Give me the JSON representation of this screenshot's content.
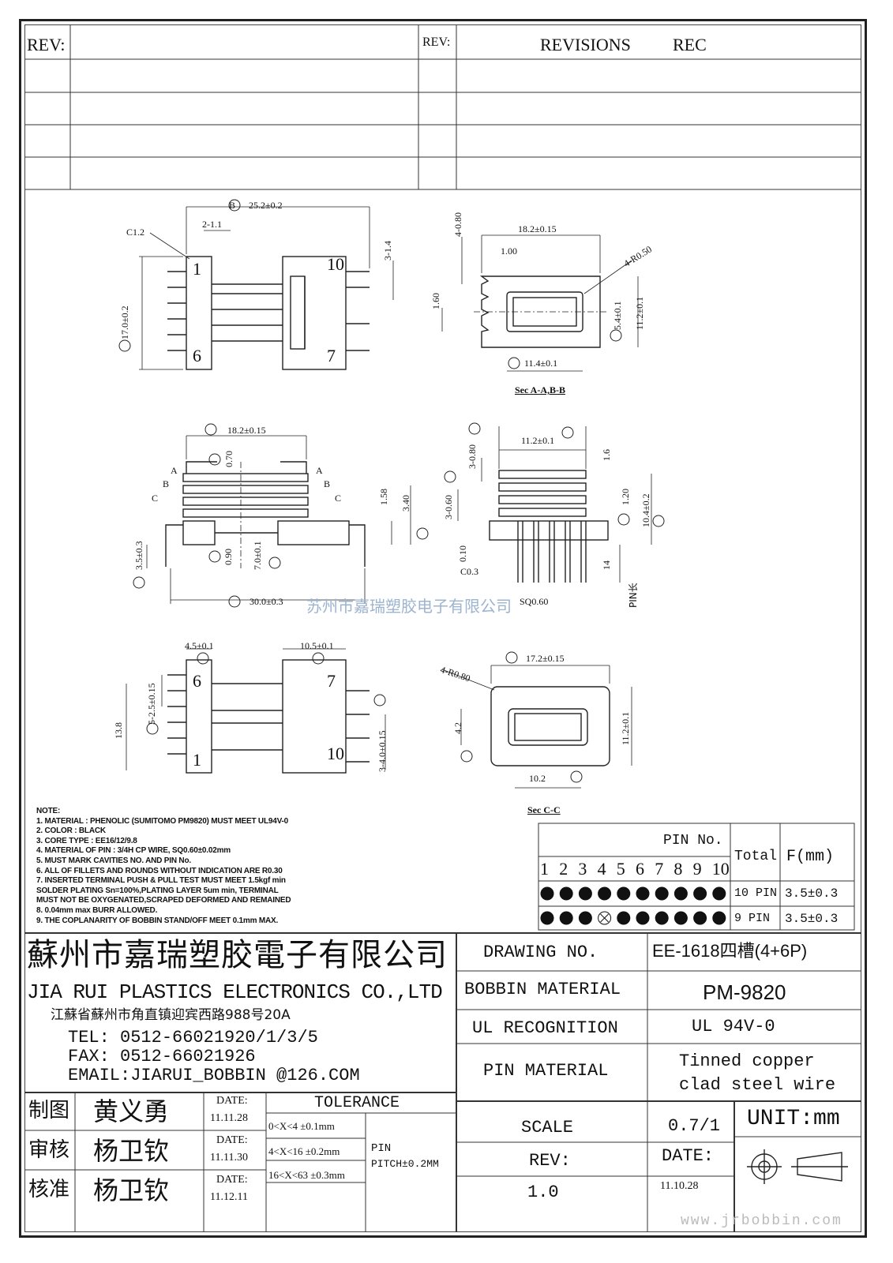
{
  "revisions": {
    "rev_label_left": "REV:",
    "rev_label_right": "REV:",
    "revisions_label": "REVISIONS",
    "rec_label": "REC"
  },
  "drawing": {
    "top_view": {
      "dim_B": "25.2±0.2",
      "chamfer": "C1.2",
      "dim_pitch": "2-1.1",
      "dim_side": "3-1.4",
      "dim_A": "17.0±0.2",
      "pin_1": "1",
      "pin_6": "6",
      "pin_10": "10",
      "pin_7": "7"
    },
    "sec_ab": {
      "dim_w": "18.2±0.15",
      "dim_slots": "4-0.80",
      "dim_1": "1.00",
      "dim_radius": "4-R0.50",
      "dim_160": "1.60",
      "dim_M": "5.4±0.1",
      "dim_h": "11.2±0.1",
      "dim_N": "11.4±0.1",
      "caption": "Sec A-A,B-B"
    },
    "front_view": {
      "dim_C": "18.2±0.15",
      "dim_E1": "0.70",
      "dim_158": "1.58",
      "dim_340": "3.40",
      "dim_L": "3.5±0.3",
      "dim_E2": "0.90",
      "dim_E": "7.0±0.1",
      "dim_G": "30.0±0.3",
      "sec_labels": [
        "A",
        "B",
        "C"
      ]
    },
    "side_view": {
      "dim_O": "3-0.80",
      "dim_Q": "11.2±0.1",
      "dim_16": "1.6",
      "dim_P": "3-0.60",
      "dim_120": "1.20",
      "dim_S": "10.4±0.2",
      "dim_010": "0.10",
      "dim_c03": "C0.3",
      "dim_14": "14",
      "pin_len": "PIN长",
      "pin_sq": "SQ0.60"
    },
    "bottom_view": {
      "dim_I": "4.5±0.1",
      "dim_J": "10.5±0.1",
      "dim_H": "5-2.5±0.15",
      "dim_138": "13.8",
      "dim_K": "3-4.0±0.15",
      "pin_6": "6",
      "pin_1": "1",
      "pin_7": "7",
      "pin_10": "10"
    },
    "sec_c": {
      "dim_T": "17.2±0.15",
      "dim_radius": "4-R0.80",
      "dim_U": "4.2",
      "dim_h": "11.2±0.1",
      "dim_V": "10.2",
      "caption": "Sec C-C"
    },
    "watermark_text": "苏州市嘉瑞塑胶电子有限公司"
  },
  "notes": {
    "title": "NOTE:",
    "lines": [
      "1. MATERIAL : PHENOLIC (SUMITOMO PM9820) MUST MEET UL94V-0",
      "2. COLOR : BLACK",
      "3. CORE TYPE : EE16/12/9.8",
      "4. MATERIAL OF PIN : 3/4H CP WIRE, SQ0.60±0.02mm",
      "5. MUST MARK CAVITIES NO. AND PIN No.",
      "6. ALL OF FILLETS AND ROUNDS WITHOUT INDICATION ARE R0.30",
      "7. INSERTED TERMINAL PUSH & PULL TEST MUST MEET 1.5kgf min",
      "    SOLDER PLATING Sn=100%,PLATING LAYER 5um min, TERMINAL",
      "    MUST NOT BE OXYGENATED,SCRAPED DEFORMED AND REMAINED",
      "8. 0.04mm max BURR ALLOWED.",
      "9. THE COPLANARITY OF BOBBIN STAND/OFF MEET 0.1mm MAX."
    ]
  },
  "pin_table": {
    "header": "PIN No.",
    "total_label": "Total",
    "f_label": "F(mm)",
    "pin_numbers": [
      "1",
      "2",
      "3",
      "4",
      "5",
      "6",
      "7",
      "8",
      "9",
      "10"
    ],
    "rows": [
      {
        "label": "10 PIN",
        "f": "3.5±0.3",
        "pins": [
          1,
          1,
          1,
          1,
          1,
          1,
          1,
          1,
          1,
          1
        ]
      },
      {
        "label": "9 PIN",
        "f": "3.5±0.3",
        "pins": [
          1,
          1,
          1,
          0,
          1,
          1,
          1,
          1,
          1,
          1
        ]
      }
    ]
  },
  "company": {
    "name_cn": "蘇州市嘉瑞塑胶電子有限公司",
    "name_en": "JIA RUI PLASTICS ELECTRONICS CO.,LTD",
    "address": "江蘇省蘇州市角直镇迎宾西路988号20A",
    "tel": "TEL: 0512-66021920/1/3/5",
    "fax": "FAX: 0512-66021926",
    "email": "EMAIL:JIARUI_BOBBIN @126.COM"
  },
  "title_block": {
    "drawing_no_label": "DRAWING  NO.",
    "drawing_no_value": "EE-1618四槽(4+6P)",
    "bobbin_label": "BOBBIN  MATERIAL",
    "bobbin_value": "PM-9820",
    "ul_label": "UL RECOGNITION",
    "ul_value": "UL 94V-0",
    "pin_label": "PIN MATERIAL",
    "pin_value_1": "Tinned copper",
    "pin_value_2": "clad steel wire",
    "scale_label": "SCALE",
    "scale_value": "0.7/1",
    "unit": "UNIT:mm",
    "rev_label": "REV:",
    "rev_value": "1.0",
    "date_label": "DATE:",
    "date_value": "11.10.28"
  },
  "signoff": {
    "rows": [
      {
        "role": "制图",
        "name": "黄义勇",
        "date_label": "DATE:",
        "date": "11.11.28"
      },
      {
        "role": "审核",
        "name": "杨卫钦",
        "date_label": "DATE:",
        "date": "11.11.30"
      },
      {
        "role": "核准",
        "name": "杨卫钦",
        "date_label": "DATE:",
        "date": "11.12.11"
      }
    ],
    "tolerance_label": "TOLERANCE",
    "tol_lines": [
      "0<X<4  ±0.1mm",
      "4<X<16 ±0.2mm",
      "16<X<63 ±0.3mm"
    ],
    "pin_pitch_1": "PIN",
    "pin_pitch_2": "PITCH±0.2MM"
  },
  "website": "www.jrbobbin.com"
}
